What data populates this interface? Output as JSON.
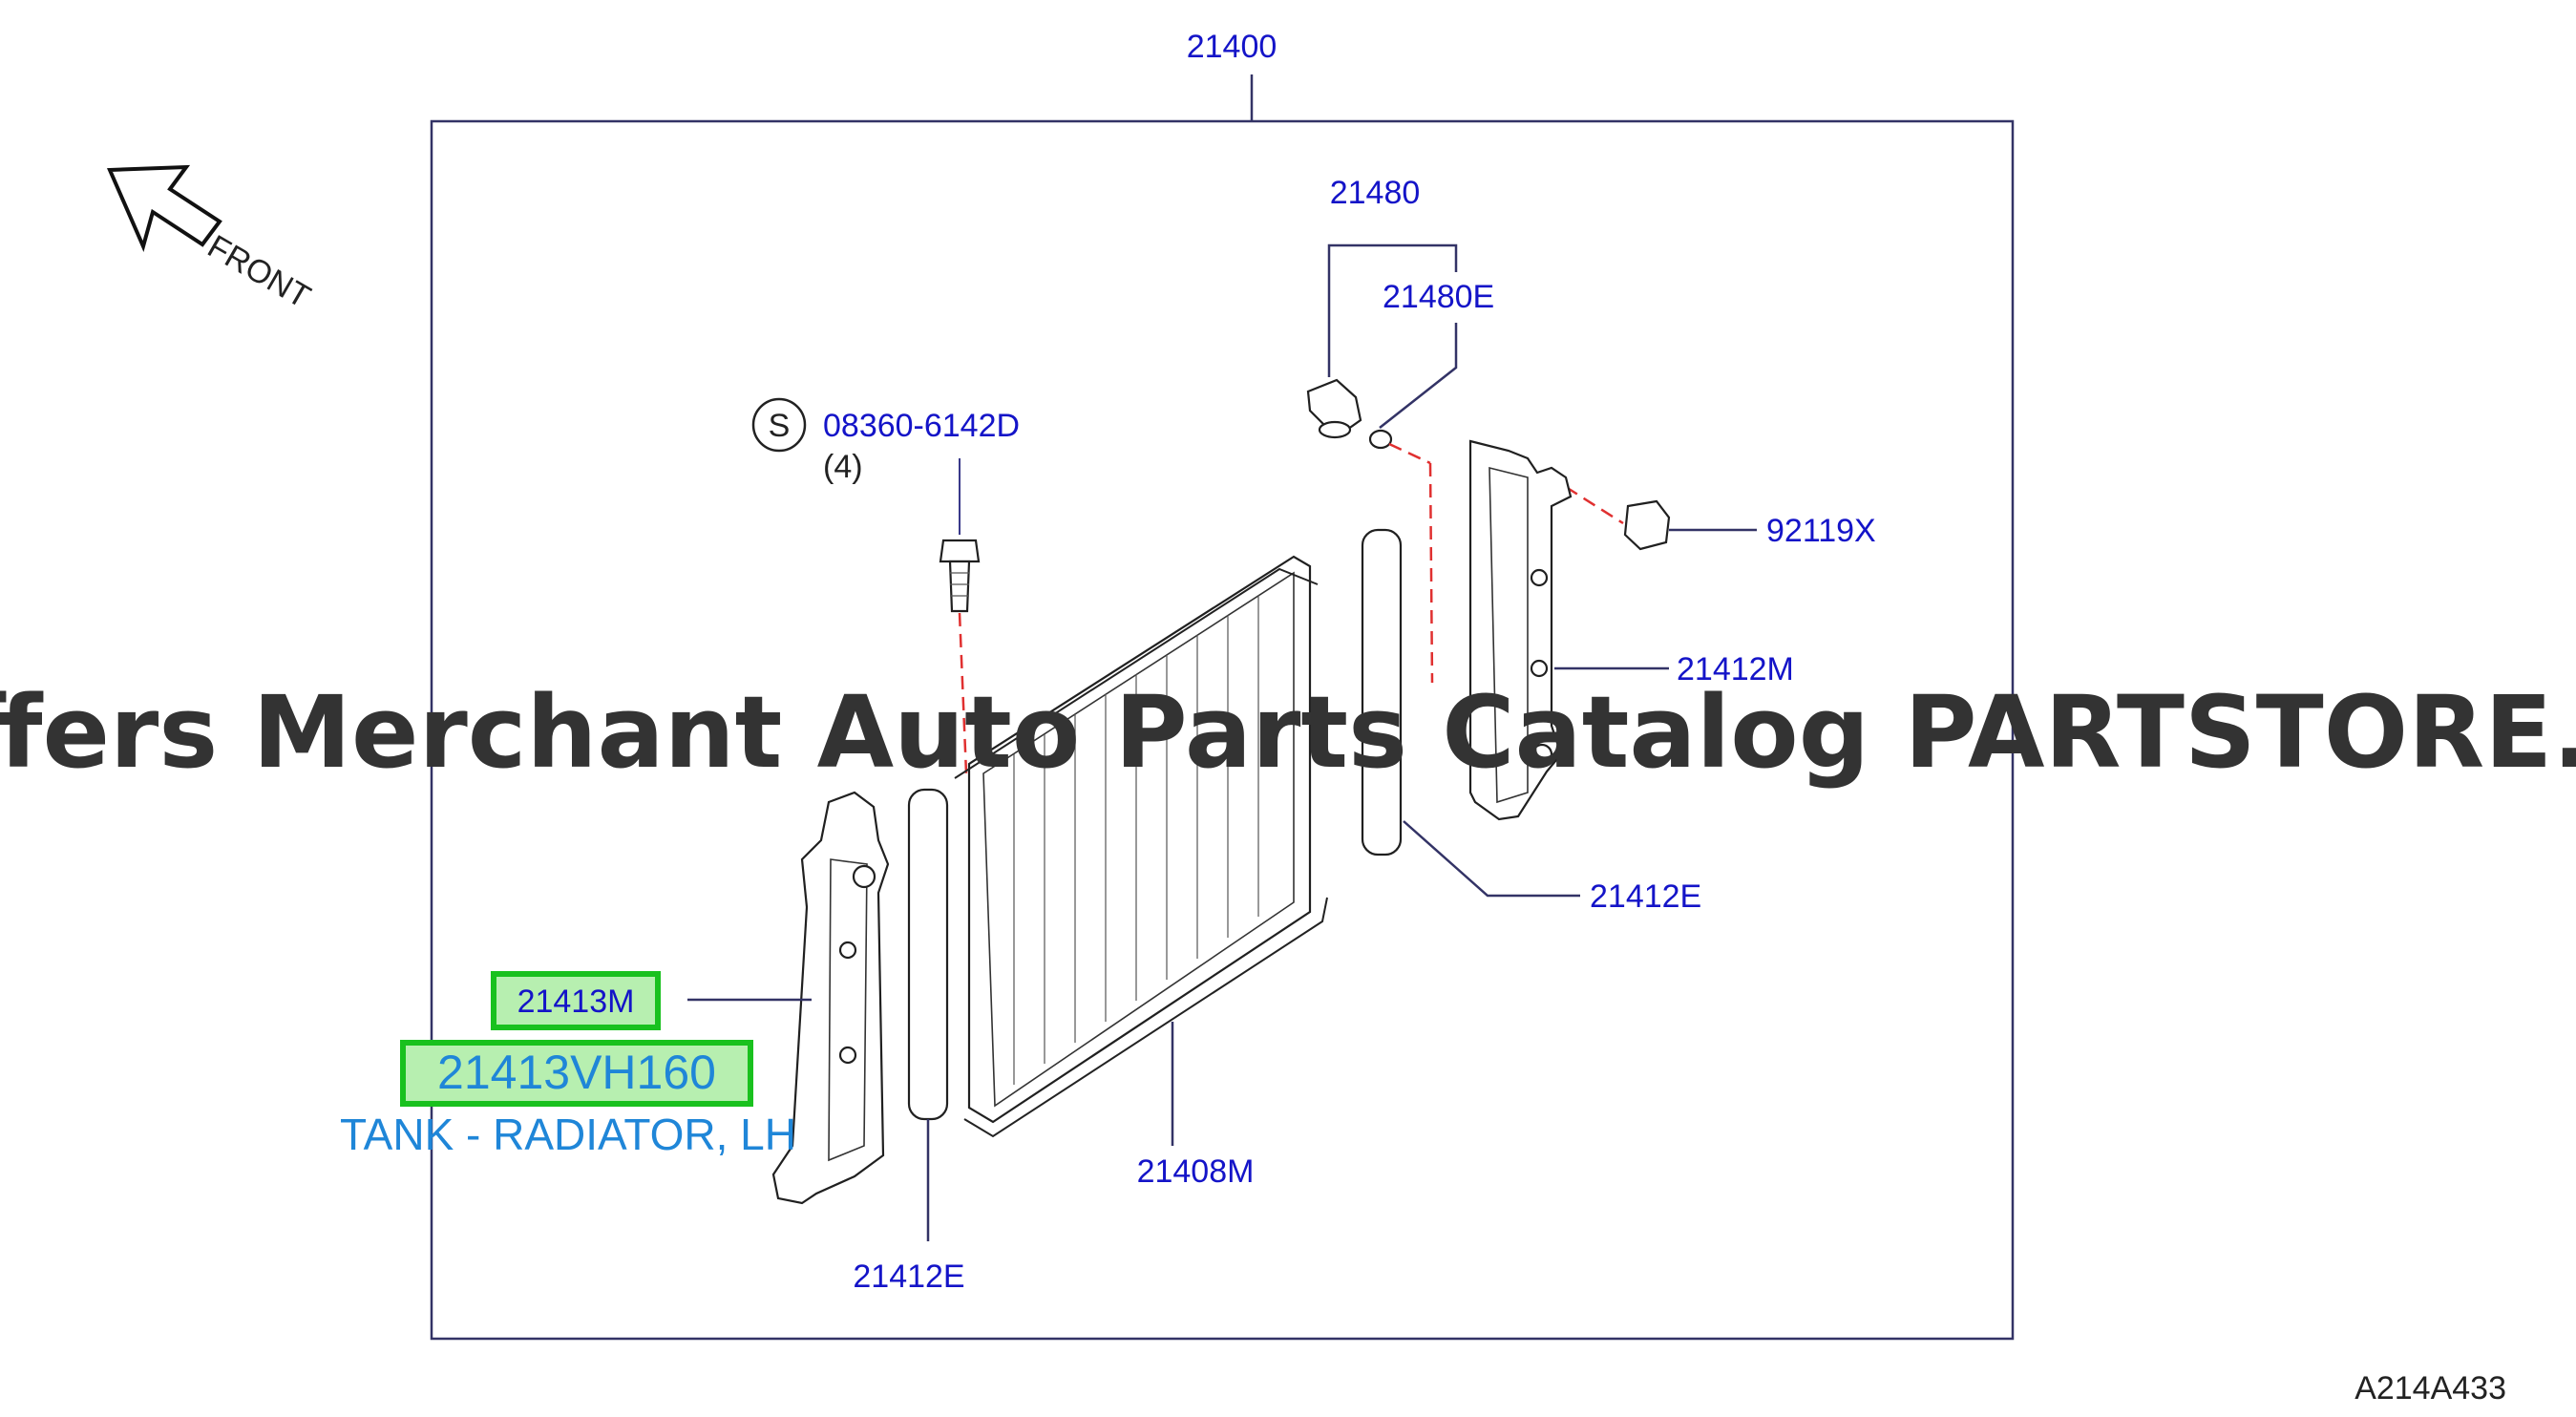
{
  "diagram_ref": "A214A433",
  "watermark": "Offers Merchant Auto Parts Catalog PARTSTORE.SA",
  "front_label": "FRONT",
  "screw_symbol": "S",
  "screw_qty": "(4)",
  "highlight_color": "#19c11e",
  "highlight_fill": "#b7efb0",
  "parts": {
    "assembly": "21400",
    "cap": "21480",
    "cap_seal": "21480E",
    "screw": "08360-6142D",
    "mount": "92119X",
    "tank_rh": "21412M",
    "seal_rh": "21412E",
    "tank_lh": "21413M",
    "core": "21408M",
    "seal_lh": "21412E"
  },
  "selected": {
    "part_number": "21413VH160",
    "description": "TANK - RADIATOR, LH"
  }
}
